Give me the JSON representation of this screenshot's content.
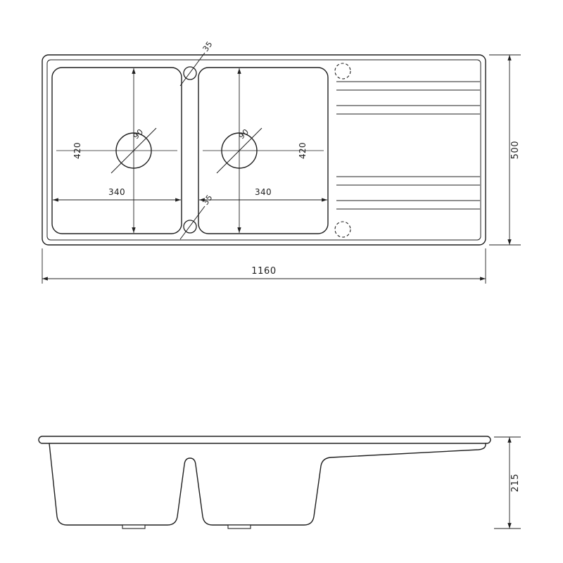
{
  "dims": {
    "overall_width": "1160",
    "overall_depth": "500",
    "height": "215",
    "bowl_left_depth": "420",
    "bowl_right_depth": "420",
    "bowl_left_width": "340",
    "bowl_right_width": "340",
    "drain_left_diameter": "90",
    "drain_right_diameter": "90",
    "tap_hole_top_diameter": "35",
    "tap_hole_bottom_diameter": "35"
  },
  "colors": {
    "line": "#1f1f1f",
    "background": "#ffffff"
  }
}
